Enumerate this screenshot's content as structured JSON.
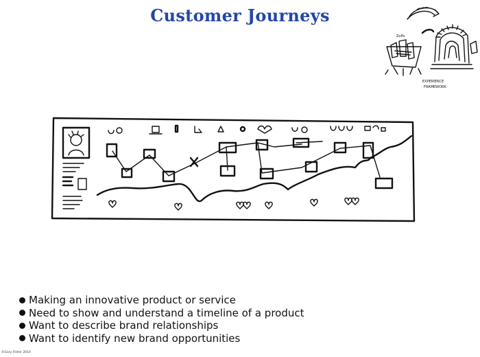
{
  "slide": {
    "title": "Customer Journeys",
    "bullets": [
      "Making an innovative product or service",
      "Need to show and understand a timeline of a product",
      "Want to describe brand relationships",
      "Want to identify new brand opportunities"
    ],
    "copyright": "©Gary Fisher 2014"
  },
  "corner_sketch": {
    "label_top": "ZoPo",
    "label_bottom_1": "EXPERIENCE",
    "label_bottom_2": "FRAMEWORK"
  },
  "colors": {
    "title": "#2446a6",
    "ink": "#111111"
  }
}
